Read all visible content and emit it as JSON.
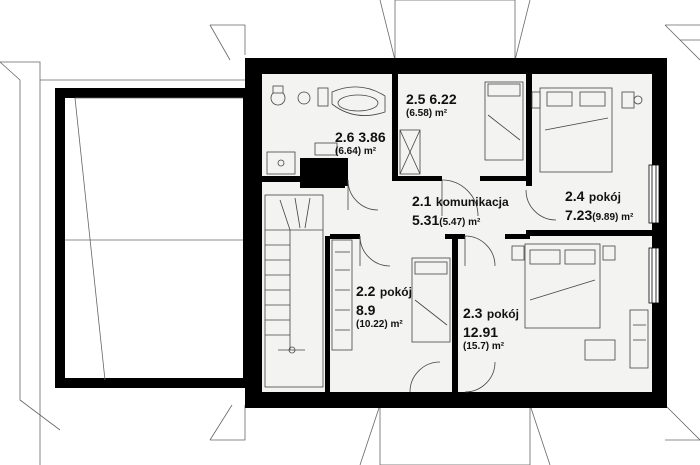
{
  "colors": {
    "wall": "#000000",
    "floor": "#f3f3f1",
    "roof_line": "#555555",
    "fixture_line": "#444444"
  },
  "rooms": [
    {
      "id": "2.1",
      "name": "komunikacja",
      "area": "5.31",
      "area_extra": "(5.47) m²"
    },
    {
      "id": "2.2",
      "name": "pokój",
      "area": "8.9",
      "area_extra": "(10.22) m²"
    },
    {
      "id": "2.3",
      "name": "pokój",
      "area": "12.91",
      "area_extra": "(15.7) m²"
    },
    {
      "id": "2.4",
      "name": "pokój",
      "area": "7.23",
      "area_extra": "(9.89) m²"
    },
    {
      "id": "2.5",
      "area": "6.22",
      "area_extra": "(6.58) m²"
    },
    {
      "id": "2.6",
      "area": "3.86",
      "area_extra": "(6.64) m²"
    }
  ]
}
